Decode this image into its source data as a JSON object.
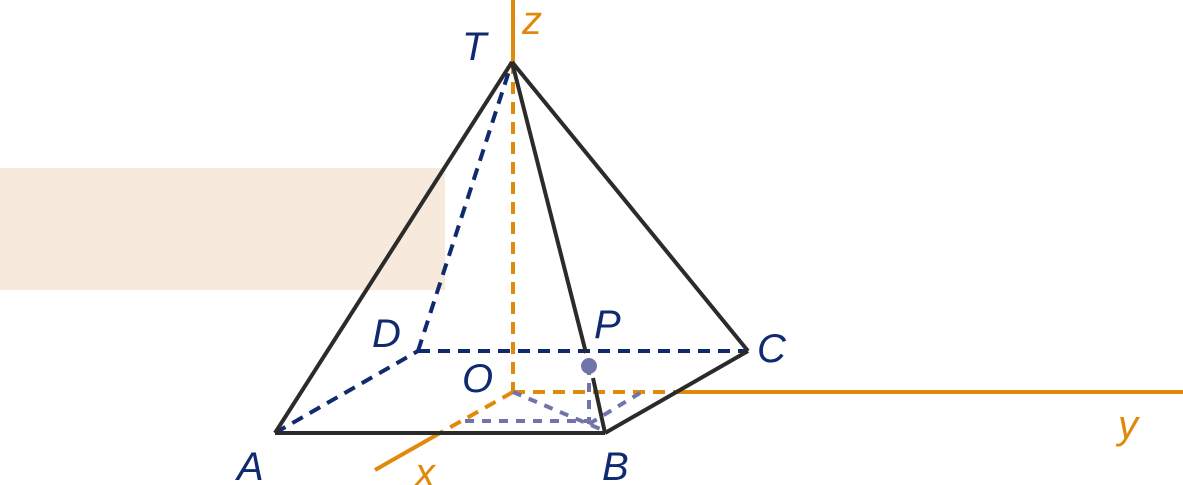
{
  "points": {
    "T": "T",
    "A": "A",
    "B": "B",
    "C": "C",
    "D": "D",
    "O": "O",
    "P": "P"
  },
  "axes": {
    "x": "x",
    "y": "y",
    "z": "z"
  },
  "colors": {
    "edge": "#2b2b2b",
    "hidden": "#0f2a6e",
    "axis": "#e08a0b",
    "projection": "#7074a8",
    "band": "#f7eadc"
  }
}
